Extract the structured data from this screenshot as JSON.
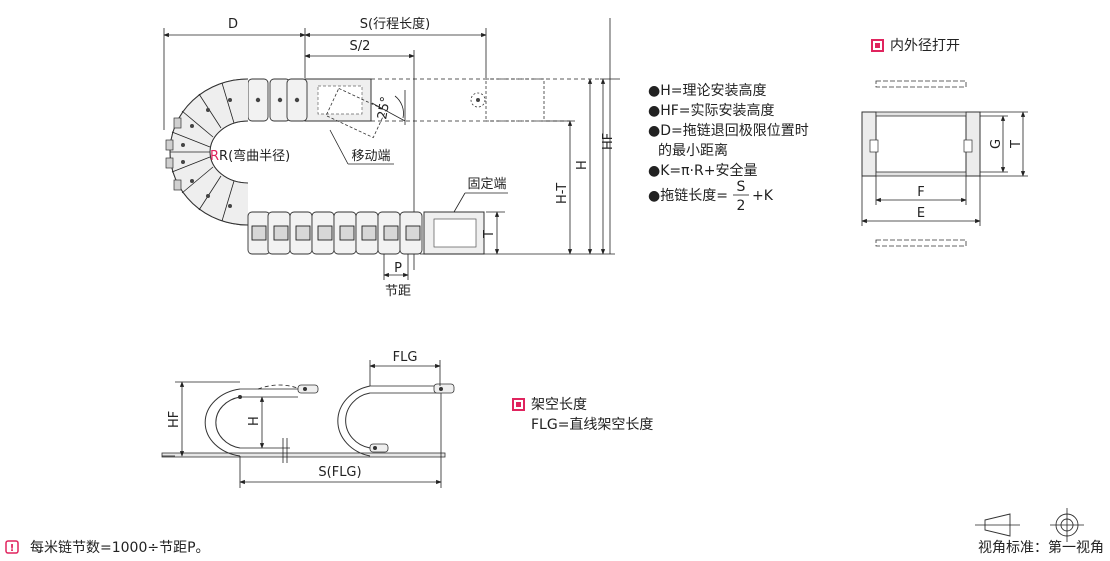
{
  "main_dims": {
    "d": "D",
    "s": "S(行程长度)",
    "s_half": "S/2",
    "angle": "25°",
    "hf": "HF",
    "h": "H",
    "h_t": "H-T",
    "t": "T",
    "p": "P",
    "pitch": "节距",
    "radius": "R(弯曲半径)",
    "moving_end": "移动端",
    "fixed_end": "固定端"
  },
  "legend": {
    "h": "●H=理论安装高度",
    "hf": "●HF=实际安装高度",
    "d_line1": "●D=拖链退回极限位置时",
    "d_line2": "的最小距离",
    "k": "●K=π·R+安全量",
    "length_prefix": "●拖链长度=",
    "length_num": "S",
    "length_den": "2",
    "length_suffix": "+K"
  },
  "cross_section": {
    "title": "内外径打开",
    "g": "G",
    "t": "T",
    "f": "F",
    "e": "E"
  },
  "overhang": {
    "fl": "FLG",
    "hf": "HF",
    "h": "H",
    "s": "S(FLG)",
    "title": "架空长度",
    "desc": "FLG=直线架空长度"
  },
  "footer": {
    "note": "每米链节数=1000÷节距P。",
    "view_standard": "视角标准：第一视角"
  },
  "colors": {
    "accent": "#e0245e"
  }
}
